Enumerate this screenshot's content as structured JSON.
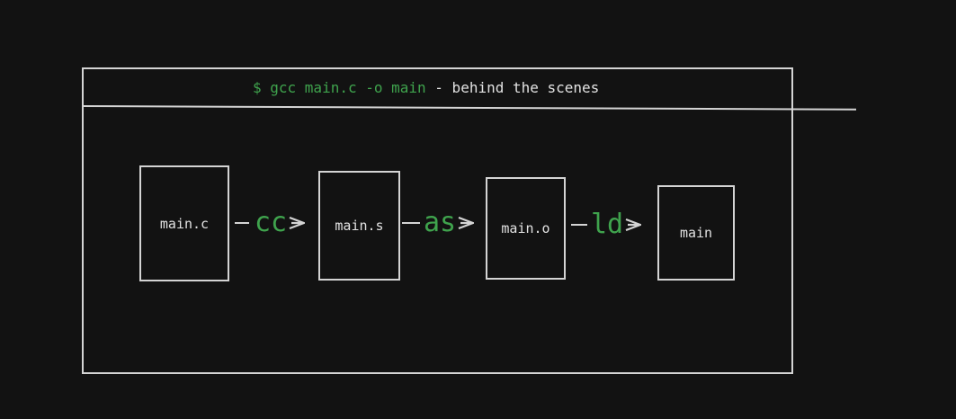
{
  "title": {
    "command": "$ gcc main.c -o main",
    "suffix": " - behind the scenes"
  },
  "nodes": [
    {
      "label": "main.c"
    },
    {
      "label": "main.s"
    },
    {
      "label": "main.o"
    },
    {
      "label": "main"
    }
  ],
  "edges": [
    {
      "from": "main.c",
      "to": "main.s",
      "label": "cc"
    },
    {
      "from": "main.s",
      "to": "main.o",
      "label": "as"
    },
    {
      "from": "main.o",
      "to": "main",
      "label": "ld"
    }
  ],
  "colors": {
    "background": "#121212",
    "stroke": "#d4d4d4",
    "accent_green": "#3fa34d",
    "text": "#e2e2e2"
  }
}
